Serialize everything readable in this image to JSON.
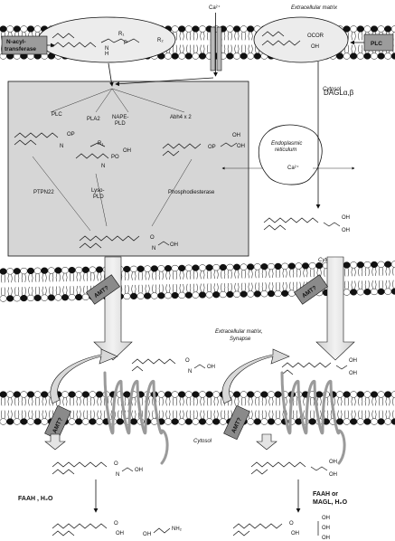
{
  "labels": {
    "ca_top": "Ca²⁺",
    "extracellular_top": "Extracellular matrix",
    "nacyl_line1": "N-acyl-",
    "nacyl_line2": "transferase",
    "plc_box": "PLC",
    "cytosol_top": "Cytosol",
    "plc": "PLC",
    "pla2": "PLA2",
    "nape_line1": "NAPE-",
    "nape_line2": "PLD",
    "abh4": "Abh4 x 2",
    "ptpn22": "PTPN22",
    "lyso_line1": "Lyso-",
    "lyso_line2": "PLD",
    "phosphodiesterase": "Phosphodiesterase",
    "er_line1": "Endoplasmic",
    "er_line2": "reticulum",
    "ca_er": "Ca²⁺",
    "dagl": "DAGLα,β",
    "cytosol_mid": "Cytosol",
    "amt_1": "AMT?",
    "amt_2": "AMT?",
    "extracellular_synapse_line1": "Extracellular matrix,",
    "extracellular_synapse_line2": "Synapse",
    "amt_3": "AMT?",
    "amt_4": "AMT?",
    "cytosol_bottom": "Cytosol",
    "faah": "FAAH , H₂O",
    "faah_magl_line1": "FAAH or",
    "faah_magl_line2": "MAGL, H₂O",
    "chem_r1": "R₁",
    "chem_r2": "R₂",
    "chem_p": "P",
    "chem_o": "O",
    "chem_n": "N",
    "chem_h": "H",
    "chem_ocor": "OCOR",
    "chem_oh": "OH",
    "chem_op": "OP",
    "chem_po": "PO",
    "chem_nh2": "NH₂"
  },
  "colors": {
    "membrane_dark": "#111111",
    "membrane_light": "#ffffff",
    "panel_bg": "#d6d6d6",
    "arrow_fill": "#e4e4e4",
    "amt_fill": "#8a8a8a",
    "receptor": "#9a9a9a"
  }
}
